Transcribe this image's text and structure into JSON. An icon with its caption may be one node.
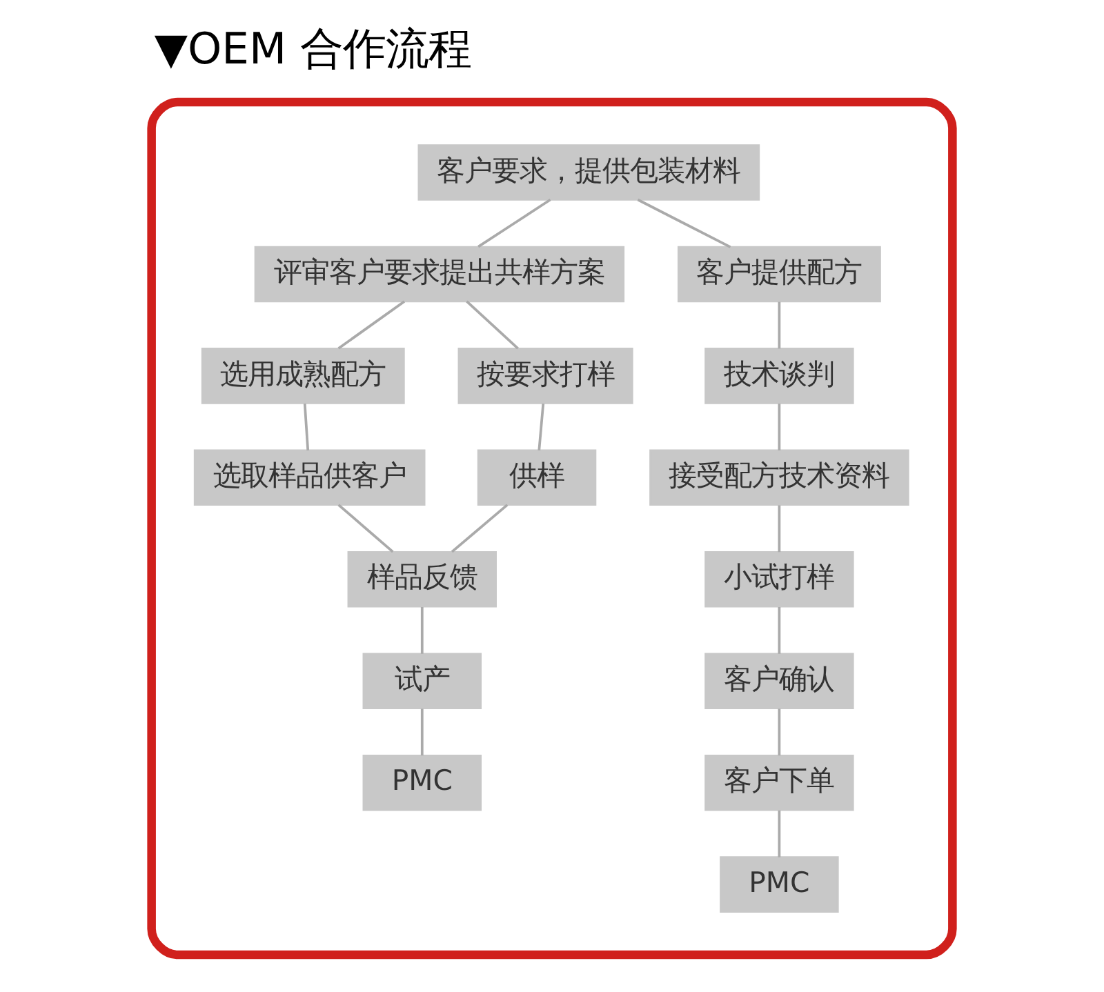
{
  "diagram": {
    "title": "▼OEM 合作流程",
    "nodes": [
      {
        "text": [],
        "shape": "box"
      },
      {
        "text": [
          "客户要求，提供包装材料"
        ],
        "in": 0
      },
      {
        "text": [
          "评审客户要求提出共样方案"
        ],
        "in": 0
      },
      {
        "text": [
          "客户提供配方"
        ],
        "in": 0
      },
      {
        "text": [
          "选用成熟配方"
        ],
        "in": 0
      },
      {
        "text": [
          "按要求打样"
        ],
        "in": 0
      },
      {
        "text": [
          "技术谈判"
        ],
        "in": 0
      },
      {
        "text": [
          "选取样品供客户"
        ],
        "in": 0
      },
      {
        "text": [
          "供样"
        ],
        "in": 0
      },
      {
        "text": [
          "接受配方技术资料"
        ],
        "in": 0
      },
      {
        "text": [
          "样品反馈"
        ],
        "in": 0
      },
      {
        "text": [
          "小试打样"
        ],
        "in": 0
      },
      {
        "text": [
          "试产"
        ],
        "in": 0
      },
      {
        "text": [
          "客户确认"
        ],
        "in": 0
      },
      {
        "text": [
          "PMC"
        ],
        "in": 0
      },
      {
        "text": [
          "客户下单"
        ],
        "in": 0
      },
      {
        "text": [
          "PMC"
        ],
        "in": 0
      }
    ],
    "edges": [
      {
        "from": 1,
        "to": 2,
        "arrow": "none"
      },
      {
        "from": 1,
        "to": 3,
        "arrow": "none"
      },
      {
        "from": 2,
        "to": 4,
        "arrow": "none"
      },
      {
        "from": 2,
        "to": 5,
        "arrow": "none"
      },
      {
        "from": 4,
        "to": 7,
        "arrow": "none"
      },
      {
        "from": 5,
        "to": 8,
        "arrow": "none"
      },
      {
        "from": 7,
        "to": 10,
        "arrow": "none"
      },
      {
        "from": 8,
        "to": 10,
        "arrow": "none"
      },
      {
        "from": 10,
        "to": 12,
        "arrow": "none"
      },
      {
        "from": 12,
        "to": 14,
        "arrow": "none"
      },
      {
        "from": 3,
        "to": 6,
        "arrow": "none"
      },
      {
        "from": 6,
        "to": 9,
        "arrow": "none"
      },
      {
        "from": 9,
        "to": 11,
        "arrow": "none"
      },
      {
        "from": 11,
        "to": 13,
        "arrow": "none"
      },
      {
        "from": 13,
        "to": 15,
        "arrow": "none"
      },
      {
        "from": 15,
        "to": 16,
        "arrow": "none"
      }
    ]
  }
}
